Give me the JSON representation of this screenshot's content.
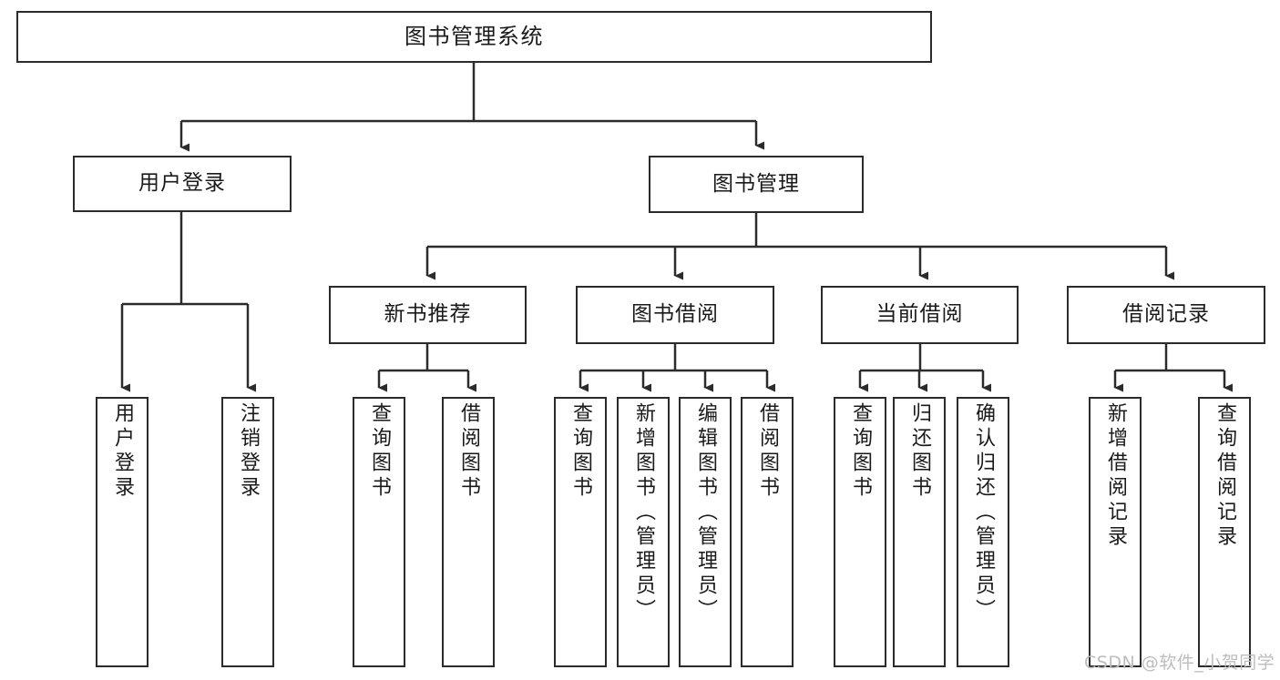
{
  "diagram": {
    "title": "图书管理系统",
    "type": "tree-hierarchy-chart",
    "watermark": "CSDN @软件_小贺同学",
    "colors": {
      "node_border": "#2b2b2b",
      "node_fill": "#ffffff",
      "edge": "#2b2b2b",
      "text": "#1a1a1a",
      "watermark": "#bdbdbd",
      "background": "#ffffff"
    },
    "root": {
      "label": "图书管理系统"
    },
    "level2": [
      {
        "label": "用户登录"
      },
      {
        "label": "图书管理"
      }
    ],
    "level3": [
      {
        "label": "新书推荐"
      },
      {
        "label": "图书借阅"
      },
      {
        "label": "当前借阅"
      },
      {
        "label": "借阅记录"
      }
    ],
    "leaves": {
      "user_login": [
        {
          "label": "用户登录"
        },
        {
          "label": "注销登录"
        }
      ],
      "new_book_recommend": [
        {
          "label": "查询图书"
        },
        {
          "label": "借阅图书"
        }
      ],
      "book_borrow": [
        {
          "label": "查询图书"
        },
        {
          "label": "新增图书（管理员）"
        },
        {
          "label": "编辑图书（管理员）"
        },
        {
          "label": "借阅图书"
        }
      ],
      "current_borrow": [
        {
          "label": "查询图书"
        },
        {
          "label": "归还图书"
        },
        {
          "label": "确认归还（管理员）"
        }
      ],
      "borrow_records": [
        {
          "label": "新增借阅记录"
        },
        {
          "label": "查询借阅记录"
        }
      ]
    }
  }
}
